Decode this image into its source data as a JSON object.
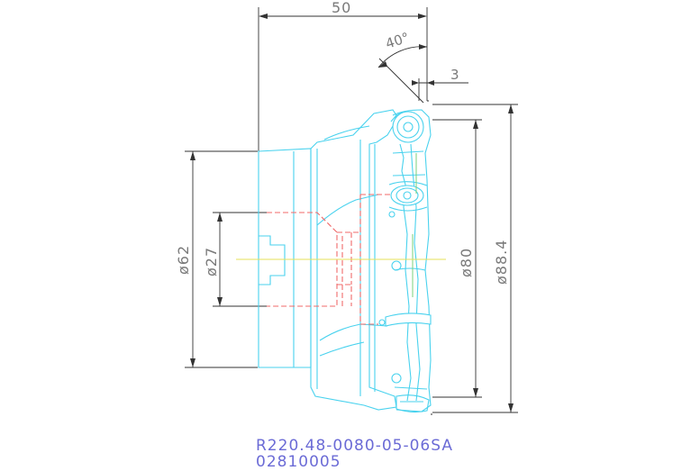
{
  "drawing": {
    "dimensions": {
      "length": "50",
      "angle": "40°",
      "offset": "3",
      "diameter_shank": "ø62",
      "diameter_bore": "ø27",
      "diameter_cut": "ø80",
      "diameter_max": "ø88.4"
    },
    "part": {
      "code": "R220.48-0080-05-06SA",
      "number": "02810005"
    }
  },
  "colors": {
    "body_outline": "#49d2ee",
    "hidden_lines": "#f06a6a",
    "dimension_lines": "#333333",
    "center_line": "#e6e25a",
    "part_text": "#6b6bd6"
  }
}
